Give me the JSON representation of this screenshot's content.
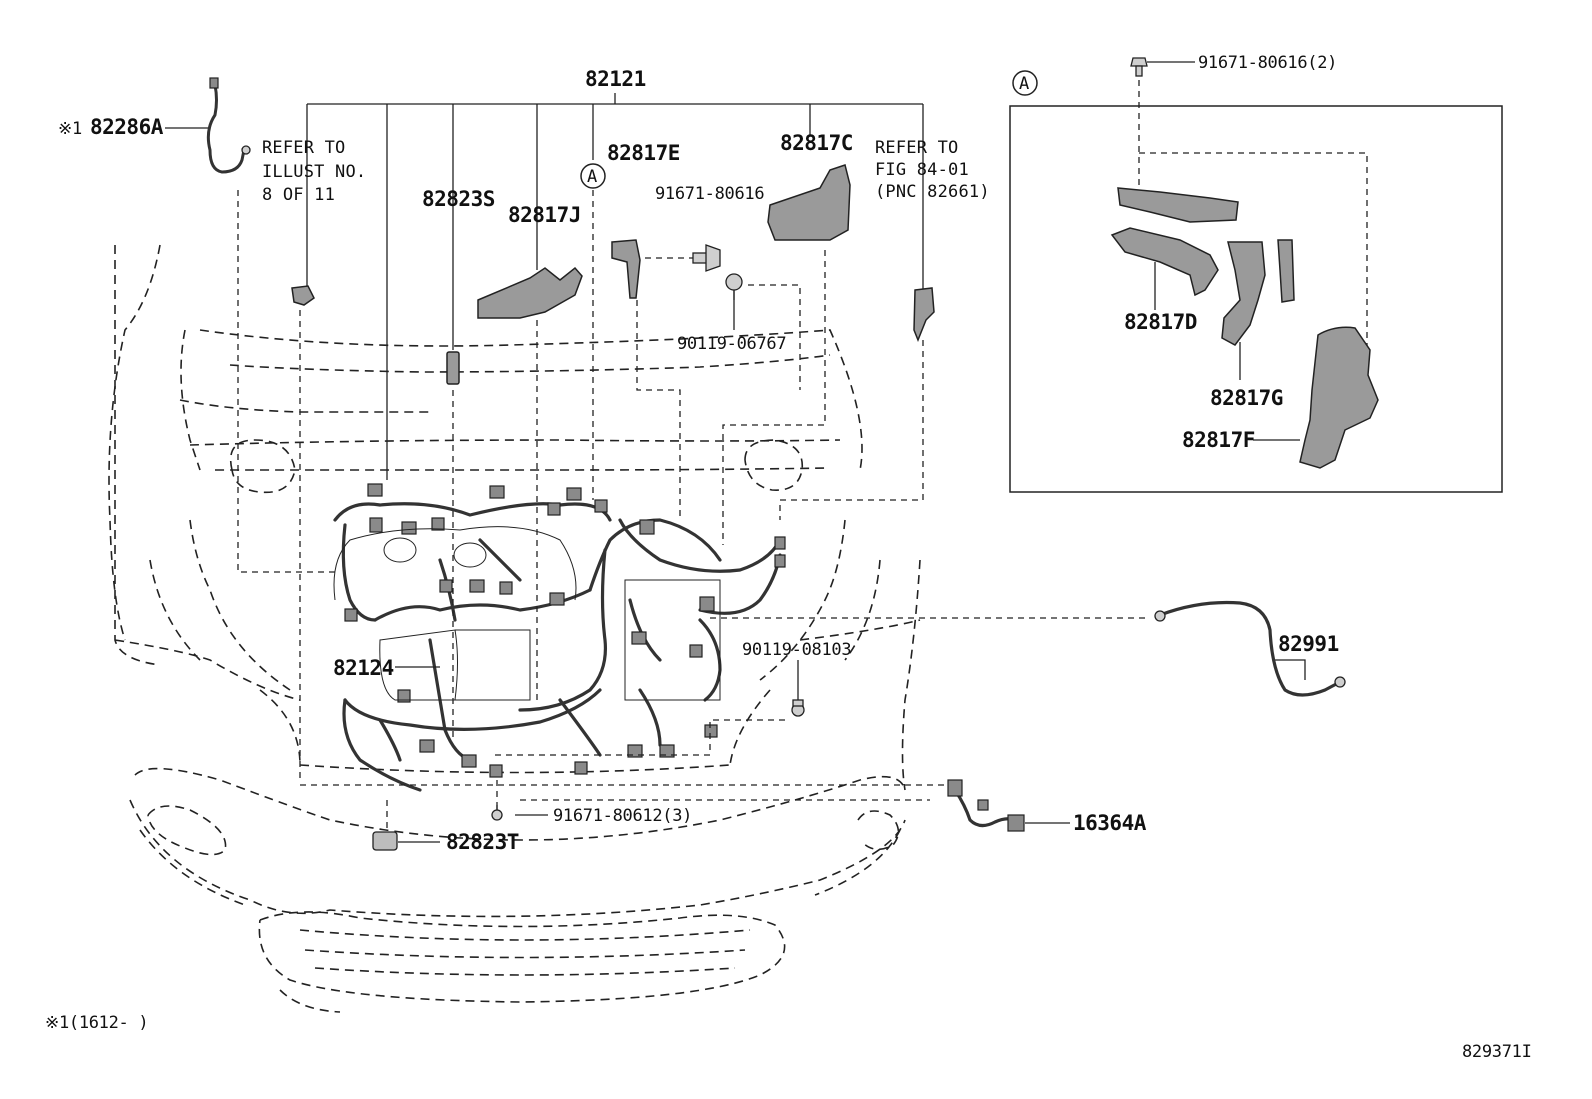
{
  "parts": {
    "p82121": "82121",
    "p82286A": "82286A",
    "p82286A_mark": "※1",
    "p82823S": "82823S",
    "p82817J": "82817J",
    "p82817E": "82817E",
    "p82817C": "82817C",
    "p91671_80616": "91671-80616",
    "p90119_06767": "90119-06767",
    "p82124": "82124",
    "p90119_08103": "90119-08103",
    "p82991": "82991",
    "p91671_80612": "91671-80612(3)",
    "p82823T": "82823T",
    "p16364A": "16364A",
    "inset_91671_80616": "91671-80616(2)",
    "p82817D": "82817D",
    "p82817G": "82817G",
    "p82817F": "82817F"
  },
  "notes": {
    "refer1": [
      "REFER TO",
      "ILLUST NO.",
      "8 OF 11"
    ],
    "refer2": [
      "REFER TO",
      "FIG 84-01",
      "(PNC 82661)"
    ]
  },
  "callouts": {
    "a_main": "A",
    "a_inset": "A"
  },
  "footnote": "※1(1612-     )",
  "illustration_id": "829371I"
}
